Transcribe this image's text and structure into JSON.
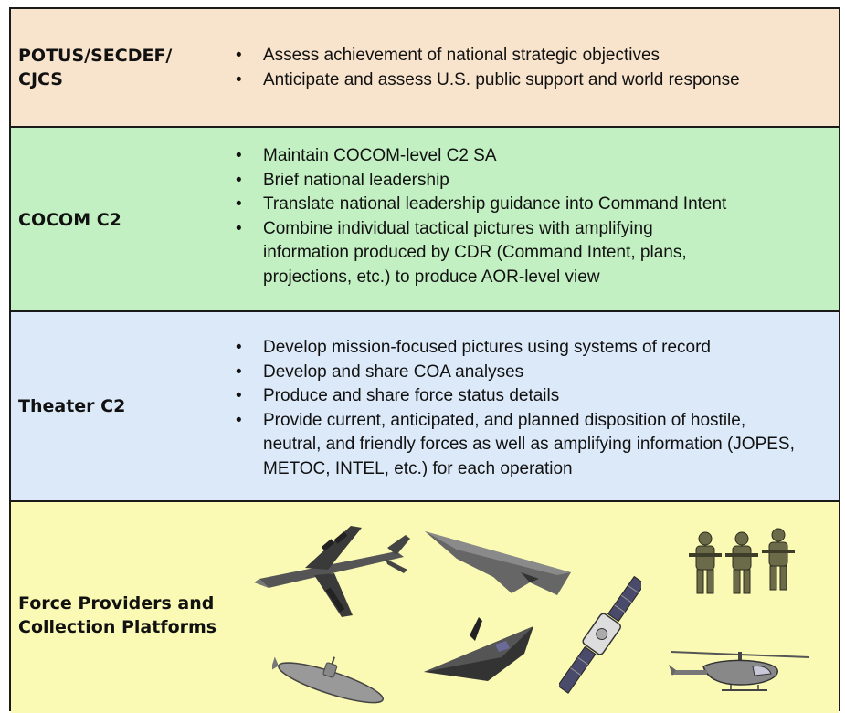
{
  "colors": {
    "potus": "#f8e4cc",
    "cocom": "#c2f0c2",
    "theater": "#dce9f8",
    "force": "#fafab4",
    "border": "#1a1a1a"
  },
  "bands": [
    {
      "id": "potus",
      "title_lines": [
        "POTUS/SECDEF/",
        "CJCS"
      ],
      "bullets": [
        "Assess achievement of national strategic objectives",
        "Anticipate and assess U.S. public support and world response"
      ]
    },
    {
      "id": "cocom",
      "title_lines": [
        "COCOM C2"
      ],
      "bullets": [
        "Maintain COCOM-level C2 SA",
        "Brief national leadership",
        "Translate national leadership guidance into Command Intent",
        "Combine individual tactical pictures with amplifying information produced by CDR (Command Intent, plans, projections, etc.) to produce AOR-level view"
      ]
    },
    {
      "id": "theater",
      "title_lines": [
        "Theater C2"
      ],
      "bullets": [
        "Develop mission-focused pictures using systems of record",
        "Develop and share COA analyses",
        "Produce and share force status details",
        "Provide current, anticipated, and planned disposition of hostile, neutral, and friendly forces as well as amplifying information (JOPES, METOC, INTEL, etc.) for each operation"
      ]
    },
    {
      "id": "force",
      "title_lines": [
        "Force Providers and",
        "Collection Platforms"
      ],
      "bullets": []
    }
  ],
  "platform_icons": [
    "bomber-b52-icon",
    "stealth-bomber-b2-icon",
    "satellite-icon",
    "soldiers-icon",
    "submarine-icon",
    "stealth-fighter-f117-icon",
    "helicopter-icon"
  ]
}
